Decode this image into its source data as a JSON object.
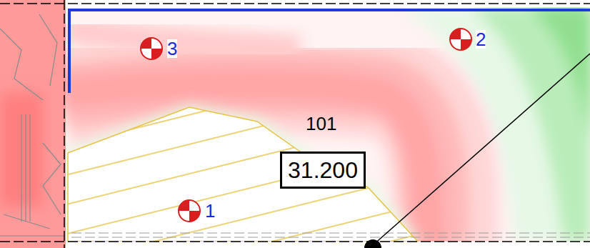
{
  "diagram": {
    "nodes": [
      {
        "text": [
          "31.200"
        ]
      }
    ],
    "labels": [
      "3",
      "2",
      "1",
      "101"
    ]
  }
}
